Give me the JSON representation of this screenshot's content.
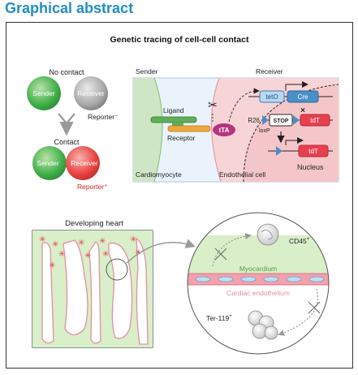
{
  "heading": "Graphical abstract",
  "top_title": "Genetic tracing of cell-cell contact",
  "left_panel": {
    "no_contact": "No contact",
    "sender": "Sender",
    "receiver": "Receiver",
    "reporter_neg": "Reporter⁻",
    "contact": "Contact",
    "sender2": "Sender",
    "receiver2": "Receiver",
    "reporter_pos": "Reporter⁺"
  },
  "mechanism": {
    "sender_label": "Sender",
    "receiver_label": "Receiver",
    "ligand": "Ligand",
    "receptor": "Receptor",
    "tta": "tTA",
    "teto": "tetO",
    "cre": "Cre",
    "r26": "R26",
    "stop": "STOP",
    "loxp": "loxP",
    "tdt": "tdT",
    "tdt2": "tdT",
    "nucleus": "Nucleus",
    "cardiomyocyte": "Cardiomyocyte",
    "endothelial": "Endothelial cell"
  },
  "heart": {
    "title": "Developing heart"
  },
  "zoom": {
    "cd45": "CD45",
    "cd45_sup": "+",
    "myocardium": "Myocardium",
    "endothelium": "Cardiac endothelium",
    "ter119": "Ter-119",
    "ter119_sup": "+"
  },
  "colors": {
    "heading_blue": "#1f8fc4",
    "sender_green": "#3fae49",
    "receiver_red": "#e8403f",
    "receiver_grey": "#9a9a9a",
    "reporter_red": "#d3202a",
    "myocardium_green": "#5a9e3a",
    "endothelium_pink": "#e58fa0",
    "tta_magenta": "#b5337f",
    "cre_blue": "#4a90c8"
  }
}
